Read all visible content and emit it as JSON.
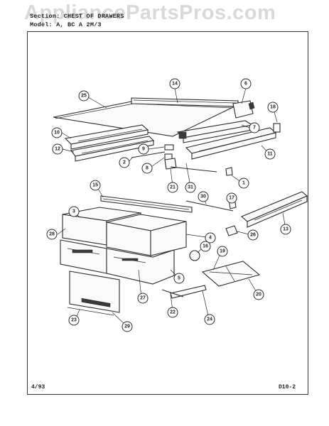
{
  "watermark": "AppliancePartsPros.com",
  "header": {
    "section_line": "Section: CHEST OF DRAWERS",
    "model_line": "Model: A, BC  A 2M/3"
  },
  "footer": {
    "left": "4/93",
    "right": "D10-2"
  },
  "callouts": [
    "25",
    "14",
    "6",
    "18",
    "10",
    "7",
    "12",
    "9",
    "8",
    "11",
    "2",
    "21",
    "31",
    "1",
    "15",
    "30",
    "17",
    "3",
    "28",
    "26",
    "13",
    "4",
    "16",
    "19",
    "5",
    "27",
    "20",
    "23",
    "29",
    "22",
    "24"
  ]
}
